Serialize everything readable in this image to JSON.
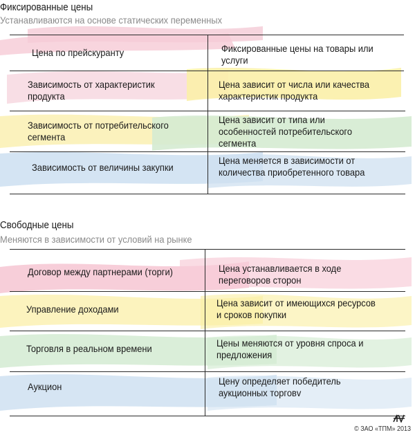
{
  "fixed": {
    "title": "Фиксированные цены",
    "subtitle": "Устанавливаются на основе статических переменных",
    "rows": [
      {
        "left": [
          "Цена по прейскуранту"
        ],
        "right": [
          "Фиксированные цены на товары или",
          "услуги"
        ]
      },
      {
        "left": [
          "Зависимость от характеристик",
          "продукта"
        ],
        "right": [
          "Цена зависит от числа или качества",
          "характеристик продукта"
        ]
      },
      {
        "left": [
          "Зависимость от потребительского",
          "сегмента"
        ],
        "right": [
          "Цена зависит от типа или",
          "особенностей потребительского",
          "сегмента"
        ]
      },
      {
        "left": [
          "Зависимость от величины закупки"
        ],
        "right": [
          "Цена меняется в зависимости от",
          "количества приобретенного товара"
        ]
      }
    ]
  },
  "free": {
    "title": "Свободные цены",
    "subtitle": "Меняются в зависимости от условий на рынке",
    "rows": [
      {
        "left": [
          "Договор между партнерами (торги)"
        ],
        "right": [
          "Цена устанавливается в ходе",
          "переговоров сторон"
        ]
      },
      {
        "left": [
          "Управление доходами"
        ],
        "right": [
          "Цена зависит от имеющихся ресурсов",
          "и сроков покупки"
        ]
      },
      {
        "left": [
          "Торговля в реальном времени"
        ],
        "right": [
          "Цены меняются от уровня спроса и",
          "предложения"
        ]
      },
      {
        "left": [
          "Аукцион"
        ],
        "right": [
          "Цену определяет победитель",
          "аукционных торговv"
        ]
      }
    ]
  },
  "footer": {
    "copyright": "© ЗАО «ТПМ» 2013"
  },
  "colors": {
    "pink": "#f7c9d6",
    "yellow": "#fbf1b3",
    "green": "#d4ebd2",
    "blue": "#cfe0f1",
    "sub_text": "#8a8a8a"
  },
  "icons": [
    "logo-mark-icon"
  ]
}
